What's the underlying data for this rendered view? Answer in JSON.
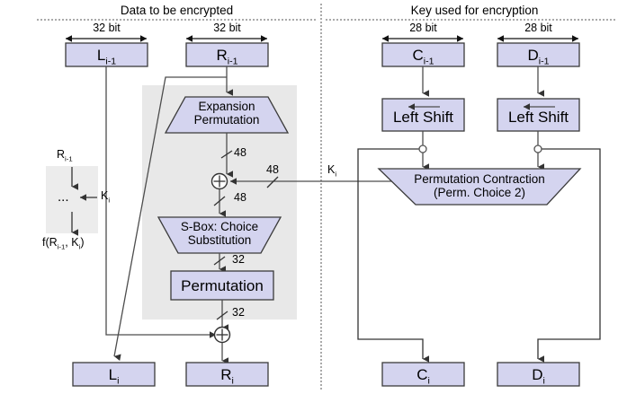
{
  "diagram": {
    "title_left": "Data to be encrypted",
    "title_right": "Key used for encryption"
  },
  "bit_widths": {
    "left_data": "32 bit",
    "right_data": "32 bit",
    "left_key": "28 bit",
    "right_key": "28 bit"
  },
  "registers": {
    "l_prev": "L",
    "l_prev_sub": "i-1",
    "r_prev": "R",
    "r_prev_sub": "i-1",
    "c_prev": "C",
    "c_prev_sub": "i-1",
    "d_prev": "D",
    "d_prev_sub": "i-1",
    "l_next": "L",
    "l_next_sub": "i",
    "r_next": "R",
    "r_next_sub": "i",
    "c_next": "C",
    "c_next_sub": "i",
    "d_next": "D",
    "d_next_sub": "i"
  },
  "blocks": {
    "expansion_line1": "Expansion",
    "expansion_line2": "Permutation",
    "sbox_line1": "S-Box: Choice",
    "sbox_line2": "Substitution",
    "permutation": "Permutation",
    "left_shift_1": "Left Shift",
    "left_shift_2": "Left Shift",
    "contraction_line1": "Permutation Contraction",
    "contraction_line2": "(Perm. Choice 2)"
  },
  "wire_labels": {
    "expansion_out": "48",
    "key_in": "48",
    "xor_out": "48",
    "sbox_out": "32",
    "perm_out": "32",
    "subkey": "K",
    "subkey_sub": "i"
  },
  "legend": {
    "input": "R",
    "input_sub": "i-1",
    "dots": "...",
    "key": "K",
    "key_sub": "i",
    "output_prefix": "f(R",
    "output_sub1": "i-1",
    "output_mid": ", K",
    "output_sub2": "i",
    "output_suffix": ")"
  },
  "colors": {
    "block_fill": "#d4d4ef",
    "block_stroke": "#3b3b3b",
    "function_panel": "#e8e8e8",
    "line": "#4d4d4d",
    "divider": "#666666"
  }
}
